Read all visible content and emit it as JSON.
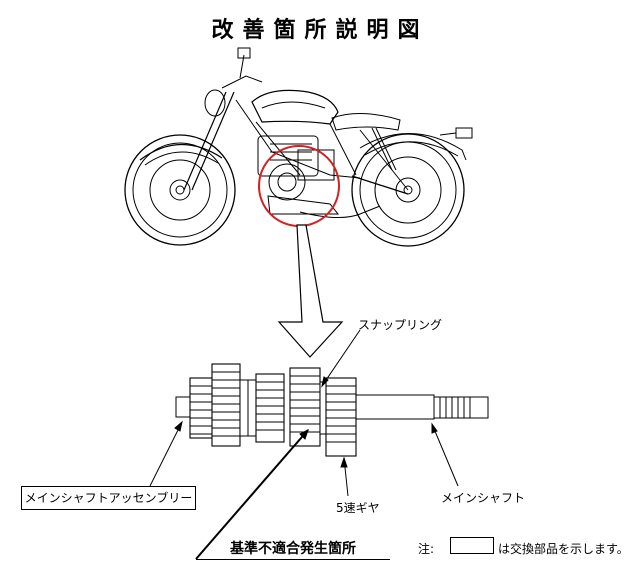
{
  "title": "改善箇所説明図",
  "labels": {
    "snap_ring": "スナップリング",
    "fifth_gear": "5速ギヤ",
    "main_shaft": "メインシャフト",
    "main_shaft_assembly": "メインシャフトアッセンブリー",
    "defect_location": "基準不適合発生箇所"
  },
  "note": {
    "prefix": "注:",
    "text": "は交換部品を示します。"
  },
  "colors": {
    "highlight_circle": "#d42020",
    "line": "#000000"
  }
}
